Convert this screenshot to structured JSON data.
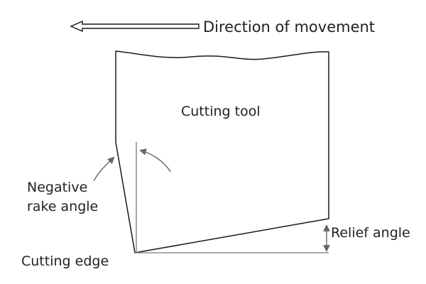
{
  "direction_label": "Direction of movement",
  "tool_label": "Cutting tool",
  "rake_label_line1": "Negative",
  "rake_label_line2": "rake angle",
  "relief_label": "Relief angle",
  "edge_label": "Cutting edge",
  "colors": {
    "outline": "#1a1a1a",
    "annotation": "#666666",
    "text": "#222222",
    "background": "#ffffff"
  }
}
